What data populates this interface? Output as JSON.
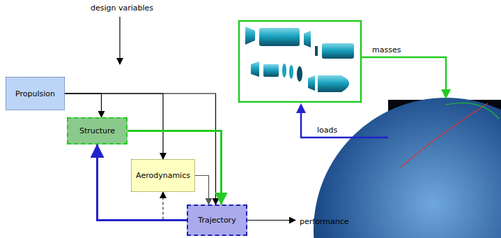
{
  "diagram": {
    "nodes": [
      {
        "text": [
          "Propulsion"
        ]
      },
      {
        "text": [
          "Structure"
        ]
      },
      {
        "text": [
          "Aerodynamics"
        ]
      },
      {
        "text": [
          "Trajectory"
        ]
      }
    ],
    "edges": [
      {
        "from": 0,
        "to": 1,
        "arrow": "to"
      },
      {
        "from": 0,
        "to": 2,
        "arrow": "to"
      },
      {
        "from": 0,
        "to": 3,
        "arrow": "to"
      },
      {
        "from": 1,
        "to": 3,
        "arrow": "to"
      },
      {
        "from": 2,
        "to": 3,
        "arrow": "to"
      },
      {
        "from": 3,
        "to": 2,
        "arrow": "to"
      },
      {
        "from": 3,
        "to": 1,
        "arrow": "to"
      }
    ],
    "labels": [
      "design variables",
      "masses",
      "loads",
      "performance"
    ]
  }
}
